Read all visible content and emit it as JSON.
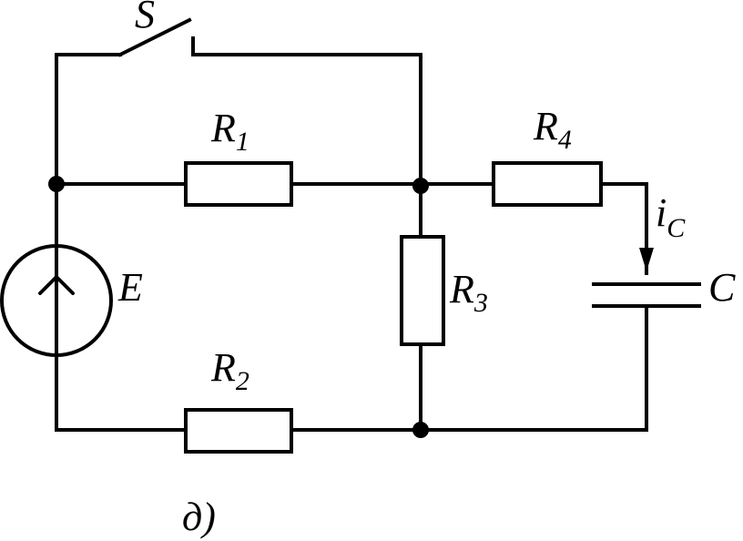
{
  "diagram": {
    "caption": "д)",
    "switch": {
      "label": "S"
    },
    "source": {
      "label": "E"
    },
    "resistors": [
      {
        "id": "r1",
        "letter": "R",
        "sub": "1"
      },
      {
        "id": "r2",
        "letter": "R",
        "sub": "2"
      },
      {
        "id": "r3",
        "letter": "R",
        "sub": "3"
      },
      {
        "id": "r4",
        "letter": "R",
        "sub": "4"
      }
    ],
    "capacitor": {
      "label": "C"
    },
    "current": {
      "letter": "i",
      "sub": "C"
    }
  }
}
